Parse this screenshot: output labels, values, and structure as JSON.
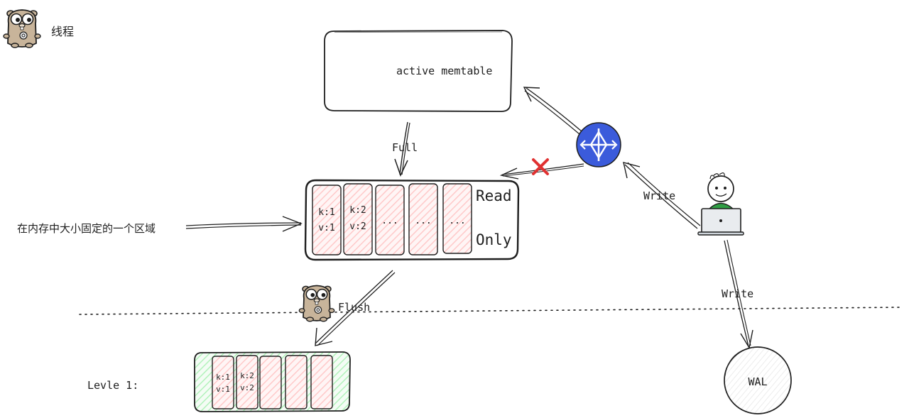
{
  "legend": {
    "label": "线程"
  },
  "memtable": {
    "label": "active memtable"
  },
  "arrows": {
    "full": "Full",
    "flush": "Flush",
    "write_top": "Write",
    "write_bottom": "Write"
  },
  "immutable": {
    "read": "Read",
    "only": "Only",
    "cells": [
      {
        "k": "k:1",
        "v": "v:1"
      },
      {
        "k": "k:2",
        "v": "v:2"
      },
      {
        "text": "..."
      },
      {
        "text": "..."
      },
      {
        "text": "..."
      }
    ]
  },
  "annotation": {
    "fixed_region": "在内存中大小固定的一个区域"
  },
  "level1": {
    "label": "Levle 1:",
    "cells": [
      {
        "k": "k:1",
        "v": "v:1"
      },
      {
        "k": "k:2",
        "v": "v:2"
      },
      {
        "text": ""
      },
      {
        "text": ""
      },
      {
        "text": ""
      }
    ]
  },
  "wal": {
    "label": "WAL"
  },
  "colors": {
    "ink": "#1e1e1e",
    "red_fill": "#ffc9c9",
    "green_fill": "#b2f2bb",
    "router_blue": "#3b5bdb",
    "cross_red": "#e03131",
    "gopher_brown": "#c8b49a",
    "person_green": "#2f9e44"
  }
}
